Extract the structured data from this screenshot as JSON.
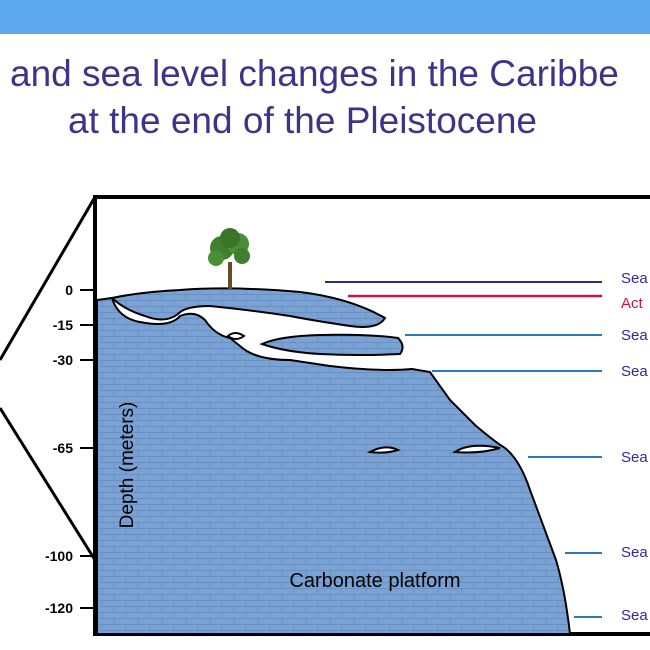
{
  "header": {
    "bar_color": "#5da9ef"
  },
  "title": {
    "line1": "and sea level changes in the Caribbe",
    "line2": "at the end of the Pleistocene",
    "color": "#3b3589"
  },
  "diagram": {
    "y_axis_label": "Depth (meters)",
    "y_ticks": [
      "0",
      "-15",
      "-30",
      "-65",
      "-100",
      "-120"
    ],
    "platform_label": "Carbonate platform",
    "platform_color": "#7ba2d4",
    "sea_level_lines": [
      {
        "label": "Sea",
        "color": "#2e2c7a"
      },
      {
        "label": "Act",
        "color": "#d0124a"
      },
      {
        "label": "Sea",
        "color": "#2a7ab8"
      },
      {
        "label": "Sea",
        "color": "#2a7ab8"
      },
      {
        "label": "Sea",
        "color": "#2a7ab8"
      },
      {
        "label": "Sea",
        "color": "#2a7ab8"
      },
      {
        "label": "Sea",
        "color": "#2a7ab8"
      }
    ],
    "label_color": "#2e2c9a",
    "tree_icon": "tree-icon"
  }
}
